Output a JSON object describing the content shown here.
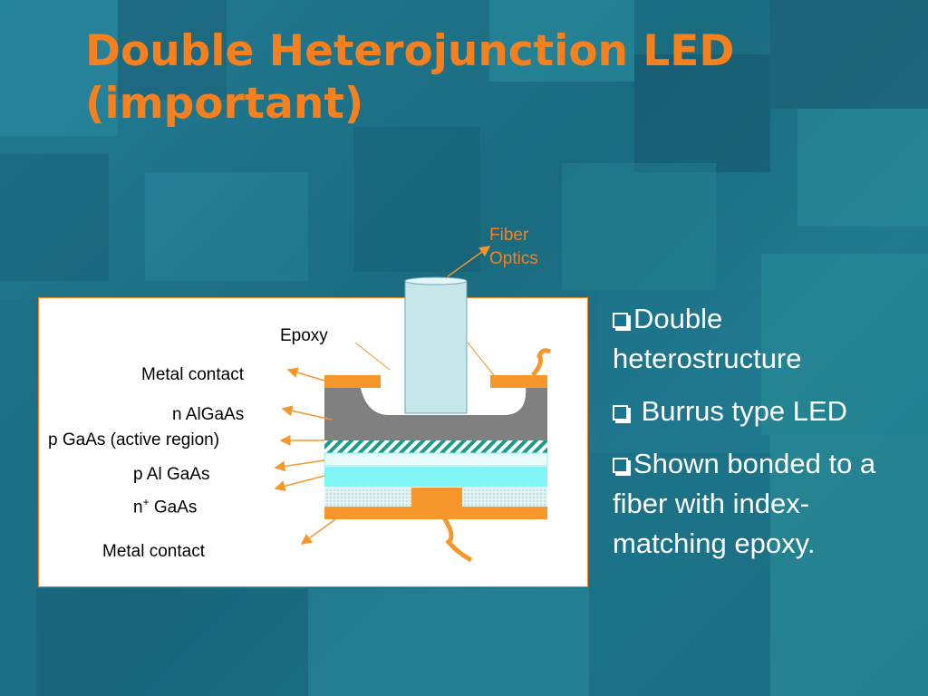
{
  "slide": {
    "title_line1": "Double Heterojunction LED",
    "title_line2": "(important)",
    "colors": {
      "title": "#f7801e",
      "background": "#1e6f86",
      "metal_contact": "#f7962a",
      "n_algaas": "#808080",
      "fiber": "#c6e6ea",
      "p_algaas": "#7ff5f5",
      "hatched_active": "#1a9a8a",
      "n_plus_gaas": "#dcecec"
    }
  },
  "diagram": {
    "fiber_label_line1": "Fiber",
    "fiber_label_line2": "Optics",
    "labels": {
      "epoxy": "Epoxy",
      "metal_contact_top": "Metal contact",
      "n_algaas": "n AlGaAs",
      "p_gaas": "p GaAs (active region)",
      "p_al_gaas": "p Al GaAs",
      "n_plus_gaas_base": "n",
      "n_plus_gaas_sup": "+",
      "n_plus_gaas_rest": " GaAs",
      "metal_contact_bottom": "Metal contact"
    }
  },
  "bullets": [
    {
      "icon": "checkbox-bullet-icon",
      "text": "Double heterostructure"
    },
    {
      "icon": "checkbox-bullet-icon",
      "text": " Burrus type LED"
    },
    {
      "icon": "checkbox-bullet-icon",
      "text": "Shown bonded to a fiber with index-matching epoxy."
    }
  ]
}
